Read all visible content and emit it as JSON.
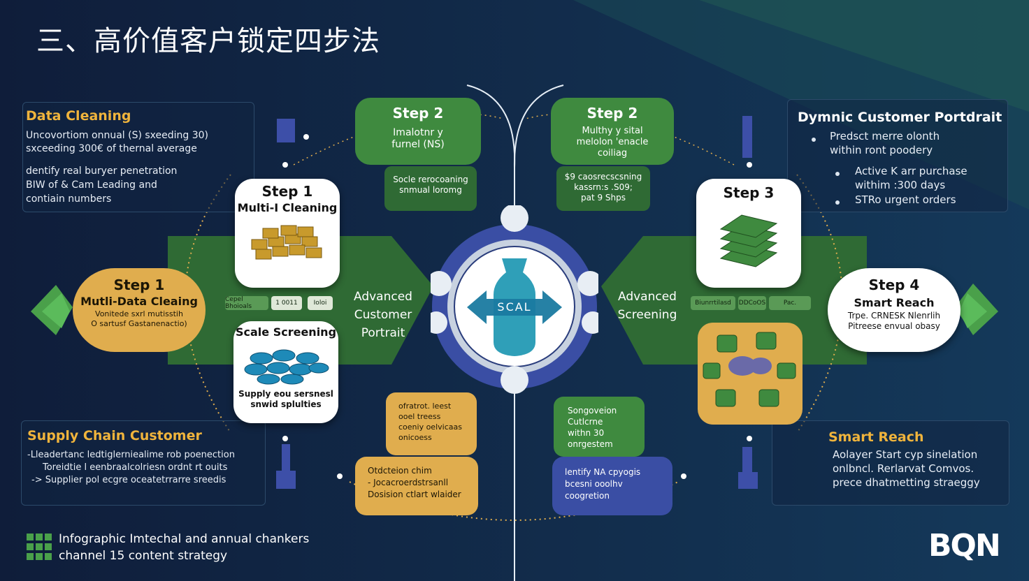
{
  "title": "三、高价值客户锁定四步法",
  "panels": {
    "top_left": {
      "title": "Data Cleaning",
      "line1": "Uncovortiom onnual (S) sxeeding 30)\nsxceeding 300€ of thernal average",
      "line2": "dentify real buryer penetration\nBIW of & Cam Leading and\ncontiain numbers"
    },
    "top_right": {
      "title": "Dymnic Customer Portdrait",
      "items": [
        "Predsct merre olonth\nwithin ront poodery",
        "Active K arr purchase\nwithim :300 days",
        "STRo urgent orders"
      ]
    },
    "bottom_left": {
      "title": "Supply Chain Customer",
      "lines": [
        "-Lleadertanc ledtiglerniealime rob poenection",
        "Toreidtie l eenbraalcolriesn ordnt rt ouits",
        "->  Supplier pol ecgre oceatetrrarre sreedis"
      ]
    },
    "bottom_right": {
      "title": "Smart Reach",
      "text": "Aolayer Start cyp sinelation\nonlbncl. Rerlarvat Comvos.\nprece dhatmetting straeggy"
    }
  },
  "left_cards": {
    "step1_top": {
      "h": "Step 1",
      "s": "Multi-I Cleaning"
    },
    "scale": {
      "h": "Scale Screening",
      "t": "Supply eou sersnesl\nsnwid splulties"
    }
  },
  "left_gold": {
    "h": "Step 1",
    "s": "Mutli-Data Cleaing",
    "t": "Vonitede sxrl mutisstih\nO sartusf Gastanenactio)"
  },
  "step2_left": {
    "h": "Step 2",
    "t": "Imalotnr y\nfurnel (NS)"
  },
  "step2_left_sub": {
    "t": "Socle rerocoaning\nsnmual loromg"
  },
  "step2_right": {
    "h": "Step 2",
    "t": "Multhy y sital\nmelolon 'enacle\ncoiliag"
  },
  "step2_right_sub": {
    "t": "$9 caosrecscsning\nkassrn:s  .S09;\npat 9 Shps"
  },
  "mid_left": "Advanced\nCustomer\nPortrait",
  "mid_right": "Advanced\nScreening",
  "hub": {
    "label": "SCAL"
  },
  "right_cards": {
    "step3": {
      "h": "Step 3"
    }
  },
  "step4": {
    "h": "Step 4",
    "s": "Smart Reach",
    "t": "Trpe. CRNESK Nlenrlih\nPitreese envual obasy"
  },
  "chips_left": [
    "Cepel Bhoioals",
    "1 0011",
    "Ioloi"
  ],
  "chips_right": [
    "Biunrrtilasd",
    "DDCoOS",
    "Pac."
  ],
  "bottom_gold_1": {
    "t": "ofratrot. leest\nooel treess\ncoeniy oelvicaas\nonicoess"
  },
  "bottom_gold_2": {
    "t": "Otdcteion chim\n- Jocacroerdstrsanll\nDosision ctlart wlaider"
  },
  "bottom_green": {
    "t": "Songoveion\nCutlcrne\nwithn 30\nonrgestem"
  },
  "bottom_purple": {
    "t": "lentify NA cpyogis\nbcesni ooolhv\ncoogretion"
  },
  "footer": {
    "text": "Infographic Imtechal and annual chankers\nchannel 15 content strategy"
  },
  "brand": "BQN",
  "colors": {
    "background": "#101e3c",
    "green": "#3f8a3f",
    "gold": "#e0ad4e",
    "purple": "#3a4ea4",
    "accent_title": "#f0b43c"
  }
}
